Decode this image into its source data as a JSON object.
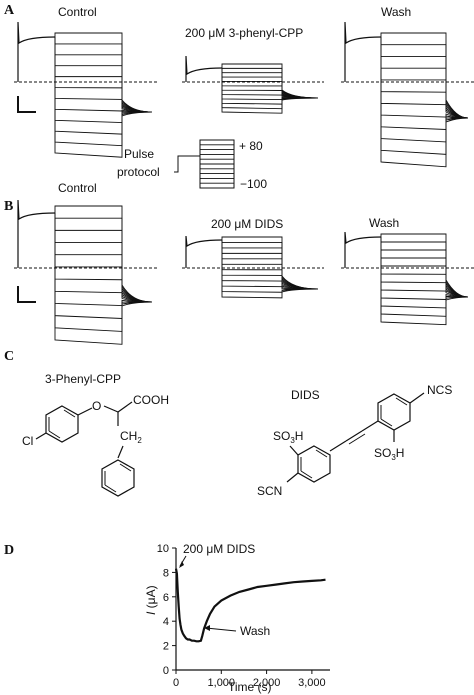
{
  "panels": {
    "a": {
      "letter": "A",
      "titles": [
        "Control",
        "200 μM 3-phenyl-CPP",
        "Wash"
      ],
      "protocol": {
        "label_line1": "Pulse",
        "label_line2": "protocol",
        "high": "+ 80",
        "low": "−100"
      }
    },
    "b": {
      "letter": "B",
      "titles": [
        "Control",
        "200 μM DIDS",
        "Wash"
      ]
    },
    "c": {
      "letter": "C",
      "compound1": {
        "name": "3-Phenyl-CPP",
        "o": "O",
        "cooh": "COOH",
        "ch2": "CH",
        "ch2_sub": "2",
        "cl": "Cl"
      },
      "compound2": {
        "name": "DIDS",
        "ncs": "NCS",
        "scn": "SCN",
        "so3h_a": "SO",
        "so3h_a_sub": "3",
        "so3h_a_h": "H",
        "so3h_b": "SO",
        "so3h_b_sub": "3",
        "so3h_b_h": "H"
      }
    },
    "d": {
      "letter": "D",
      "annotation_dids": "200 μM DIDS",
      "annotation_wash": "Wash"
    }
  },
  "chart_data": {
    "type": "line",
    "title": "",
    "xlabel": "Time (s)",
    "ylabel": "I (μA)",
    "ylabel_italic": "I",
    "ylabel_unit": "(μA)",
    "xlim": [
      0,
      3400
    ],
    "ylim": [
      0,
      10
    ],
    "xticks": [
      0,
      1000,
      2000,
      3000
    ],
    "xtick_labels": [
      "0",
      "1,000",
      "2,000",
      "3,000"
    ],
    "yticks": [
      0,
      2,
      4,
      6,
      8,
      10
    ],
    "ytick_labels": [
      "0",
      "2",
      "4",
      "6",
      "8",
      "10"
    ],
    "grid": false,
    "series": [
      {
        "x": [
          0,
          20,
          40,
          60,
          80,
          100,
          120,
          150,
          180,
          220,
          260,
          300,
          350,
          400,
          450,
          500,
          550,
          580,
          620,
          680,
          750,
          850,
          1000,
          1200,
          1400,
          1600,
          1800,
          2000,
          2200,
          2400,
          2600,
          2800,
          3000,
          3200,
          3300
        ],
        "y": [
          8.3,
          7.9,
          6.4,
          5.2,
          4.2,
          3.7,
          3.3,
          3.0,
          2.8,
          2.6,
          2.5,
          2.5,
          2.4,
          2.4,
          2.35,
          2.35,
          2.4,
          2.8,
          3.4,
          4.0,
          4.6,
          5.2,
          5.7,
          6.1,
          6.4,
          6.6,
          6.8,
          6.9,
          7.0,
          7.1,
          7.2,
          7.25,
          7.3,
          7.35,
          7.4
        ]
      }
    ],
    "annotations": [
      {
        "text": "200 μM DIDS",
        "x": 20,
        "y": 8.3
      },
      {
        "text": "Wash",
        "x": 550,
        "y": 2.4
      }
    ]
  }
}
